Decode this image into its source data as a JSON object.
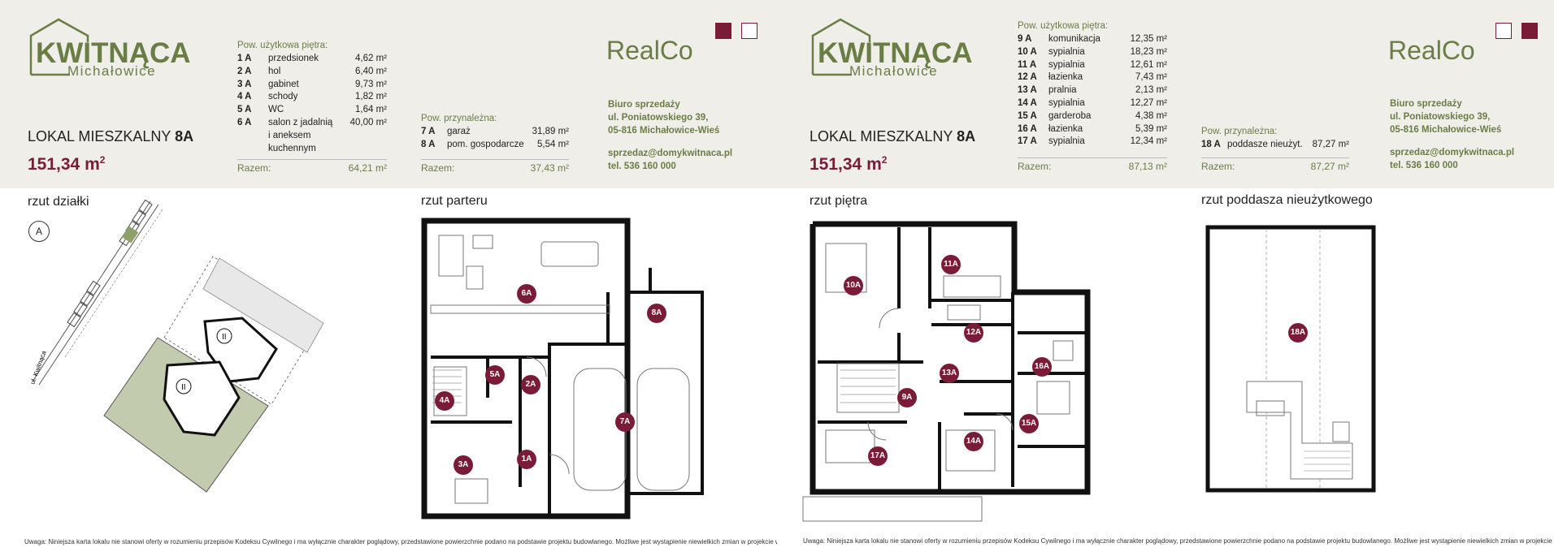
{
  "colors": {
    "accent": "#7a1c38",
    "green": "#6a7d45",
    "header_bg": "#efeee9"
  },
  "logo": {
    "title": "KWITNĄCA",
    "subtitle": "Michałowice"
  },
  "brand": "RealCo",
  "unit": {
    "prefix": "LOKAL MIESZKALNY",
    "number": "8A",
    "area": "151,34 m",
    "area_sup": "2"
  },
  "office": {
    "line1": "Biuro sprzedaży",
    "line2": "ul. Poniatowskiego 39,",
    "line3": "05-816 Michałowice-Wieś",
    "email": "sprzedaz@domykwitnaca.pl",
    "phone": "tel. 536 160 000"
  },
  "left_page": {
    "floor_heading": "Pow. użytkowa piętra:",
    "floor_rooms": [
      {
        "no": "1 A",
        "name": "przedsionek",
        "area": "4,62 m²"
      },
      {
        "no": "2 A",
        "name": "hol",
        "area": "6,40 m²"
      },
      {
        "no": "3 A",
        "name": "gabinet",
        "area": "9,73 m²"
      },
      {
        "no": "4 A",
        "name": "schody",
        "area": "1,82 m²"
      },
      {
        "no": "5 A",
        "name": "WC",
        "area": "1,64 m²"
      },
      {
        "no": "6 A",
        "name": "salon z jadalnią",
        "area": "40,00 m²"
      },
      {
        "no": "",
        "name": "i aneksem",
        "area": ""
      },
      {
        "no": "",
        "name": "kuchennym",
        "area": ""
      }
    ],
    "floor_total_label": "Razem:",
    "floor_total": "64,21 m²",
    "extra_heading": "Pow. przynależna:",
    "extra_rooms": [
      {
        "no": "7 A",
        "name": "garaż",
        "area": "31,89 m²"
      },
      {
        "no": "8 A",
        "name": "pom. gospodarcze",
        "area": "5,54 m²"
      }
    ],
    "extra_total_label": "Razem:",
    "extra_total": "37,43 m²",
    "plan1_title": "rzut działki",
    "plan2_title": "rzut parteru",
    "north": "A",
    "street": "ul. Kwitnąca",
    "note": "Uwaga: Niniejsza karta lokalu nie stanowi oferty w rozumieniu przepisów Kodeksu Cywilnego i ma wyłącznie charakter poglądowy, przedstawione powierzchnie podano na podstawie projektu budowlanego. Możliwe jest wystąpienie niewielkich zmian w projekcie wykonawczym."
  },
  "right_page": {
    "floor_heading": "Pow. użytkowa piętra:",
    "floor_rooms": [
      {
        "no": "9 A",
        "name": "komunikacja",
        "area": "12,35 m²"
      },
      {
        "no": "10 A",
        "name": "sypialnia",
        "area": "18,23 m²"
      },
      {
        "no": "11 A",
        "name": "sypialnia",
        "area": "12,61 m²"
      },
      {
        "no": "12 A",
        "name": "łazienka",
        "area": "7,43 m²"
      },
      {
        "no": "13 A",
        "name": "pralnia",
        "area": "2,13 m²"
      },
      {
        "no": "14 A",
        "name": "sypialnia",
        "area": "12,27 m²"
      },
      {
        "no": "15 A",
        "name": "garderoba",
        "area": "4,38 m²"
      },
      {
        "no": "16 A",
        "name": "łazienka",
        "area": "5,39 m²"
      },
      {
        "no": "17 A",
        "name": "sypialnia",
        "area": "12,34 m²"
      }
    ],
    "floor_total_label": "Razem:",
    "floor_total": "87,13 m²",
    "extra_heading": "Pow. przynależna:",
    "extra_rooms": [
      {
        "no": "18 A",
        "name": "poddasze nieużyt.",
        "area": "87,27 m²"
      }
    ],
    "extra_total_label": "Razem:",
    "extra_total": "87,27 m²",
    "plan1_title": "rzut piętra",
    "plan2_title": "rzut poddasza nieużytkowego",
    "note": "Uwaga: Niniejsza karta lokalu nie stanowi oferty w rozumieniu przepisów Kodeksu Cywilnego i ma wyłącznie charakter poglądowy, przedstawione powierzchnie podano na podstawie projektu budowlanego. Możliwe jest wystąpienie niewielkich zmian w projekcie wykonawczym."
  },
  "badges_ground": [
    "6A",
    "8A",
    "5A",
    "2A",
    "4A",
    "7A",
    "3A",
    "1A"
  ],
  "badges_first": [
    "10A",
    "11A",
    "12A",
    "13A",
    "16A",
    "9A",
    "14A",
    "15A",
    "17A"
  ],
  "badges_attic": [
    "18A"
  ],
  "plot_labels": [
    "II",
    "II"
  ]
}
